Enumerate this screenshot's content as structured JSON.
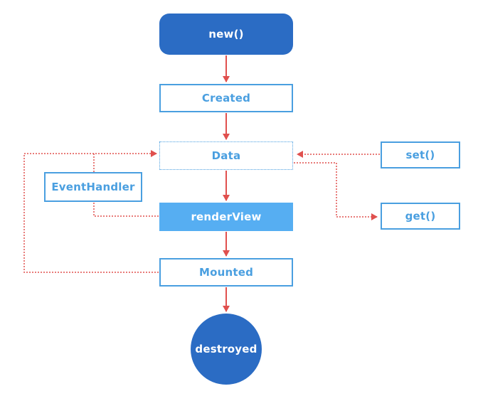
{
  "nodes": {
    "new": "new()",
    "created": "Created",
    "data": "Data",
    "render_view": "renderView",
    "mounted": "Mounted",
    "destroyed": "destroyed",
    "event_handler": "EventHandler",
    "set": "set()",
    "get": "get()"
  },
  "colors": {
    "node_blue_dark": "#2b6cc4",
    "node_blue_light": "#56aef2",
    "node_outline": "#4a9fe0",
    "arrow_red": "#e0504e"
  }
}
